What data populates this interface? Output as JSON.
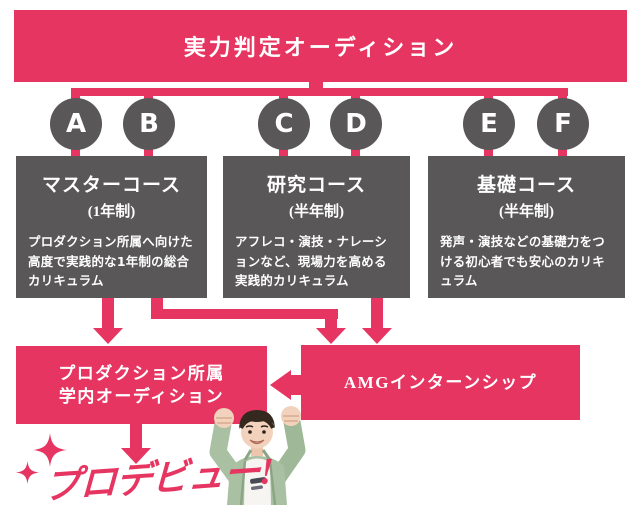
{
  "colors": {
    "accent_pink": "#e73562",
    "box_gray": "#595757",
    "text_on_dark": "#ffffff"
  },
  "banner": {
    "label": "実力判定オーディション"
  },
  "audition_grades": [
    "A",
    "B",
    "C",
    "D",
    "E",
    "F"
  ],
  "courses": [
    {
      "title": "マスターコース",
      "term": "(1年制)",
      "description": "プロダクション所属へ向けた高度で実践的な1年制の総合カリキュラム"
    },
    {
      "title": "研究コース",
      "term": "(半年制)",
      "description": "アフレコ・演技・ナレーションなど、現場力を高める実践的カリキュラム"
    },
    {
      "title": "基礎コース",
      "term": "(半年制)",
      "description": "発声・演技などの基礎力をつける初心者でも安心のカリキュラム"
    }
  ],
  "outcomes": {
    "audition_box": {
      "line1": "プロダクション所属",
      "line2": "学内オーディション"
    },
    "internship_box": {
      "label": "AMGインターンシップ"
    }
  },
  "debut": {
    "label": "プロデビュー!"
  }
}
